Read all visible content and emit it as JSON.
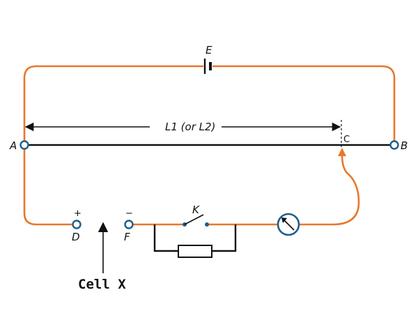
{
  "labels": {
    "emf": "E",
    "length": "L1 (or L2)",
    "point_a": "A",
    "point_b": "B",
    "point_c": "C",
    "terminal_d": "D",
    "terminal_f": "F",
    "plus": "+",
    "minus": "−",
    "key": "K",
    "cell_x": "Cell X"
  },
  "colors": {
    "wire": "#e8782a",
    "terminal": "#1f5f8b",
    "black": "#111111"
  }
}
